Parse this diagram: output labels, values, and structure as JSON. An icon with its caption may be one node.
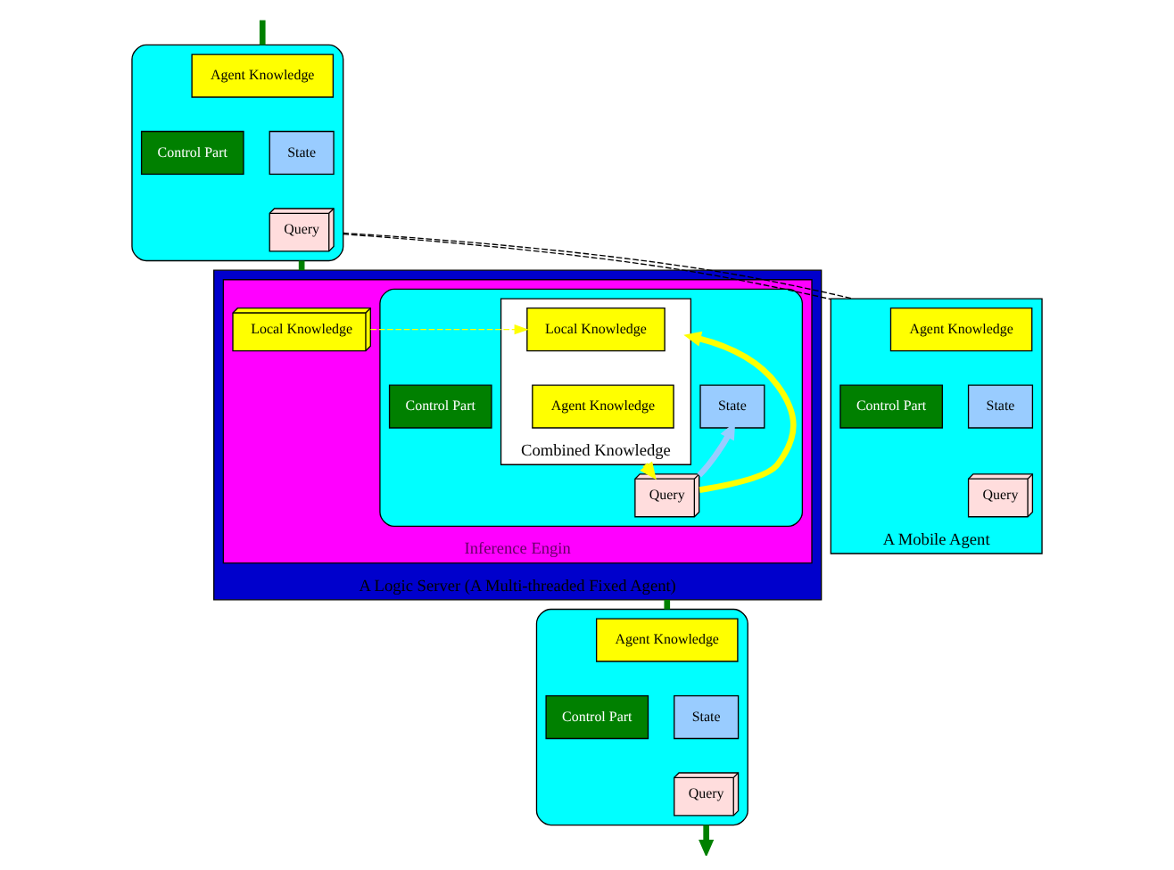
{
  "diagram": {
    "nodes": [
      {
        "text": [],
        "shape": "box"
      },
      {
        "text": [
          "Agent Knowledge"
        ],
        "in": 0
      },
      {
        "text": [
          "State"
        ],
        "in": 0
      },
      {
        "text": [
          "Query"
        ],
        "in": 0
      },
      {
        "text": [
          "Control Part"
        ],
        "in": 0
      },
      {
        "text": [
          "A Logic Server (A Multi-threaded Fixed Agent)"
        ]
      },
      {
        "text": [
          "Inference Engin"
        ],
        "in": 5
      },
      {
        "text": [
          "Local Knowledge"
        ],
        "in": 6
      },
      {
        "text": [],
        "shape": "box",
        "in": 6
      },
      {
        "text": [
          "Combined Knowledge"
        ],
        "in": 8
      },
      {
        "text": [
          "Local Knowledge"
        ],
        "in": 9
      },
      {
        "text": [
          "Agent Knowledge"
        ],
        "in": 9
      },
      {
        "text": [
          "State"
        ],
        "in": 8
      },
      {
        "text": [
          "Query"
        ],
        "in": 8
      },
      {
        "text": [
          "Control Part"
        ],
        "in": 8
      },
      {
        "text": [
          "A Mobile Agent"
        ]
      },
      {
        "text": [
          "Agent Knowledge"
        ],
        "in": 15
      },
      {
        "text": [
          "State"
        ],
        "in": 15
      },
      {
        "text": [
          "Query"
        ],
        "in": 15
      },
      {
        "text": [
          "Control Part"
        ],
        "in": 15
      },
      {
        "text": [],
        "shape": "box"
      },
      {
        "text": [
          "Agent Knowledge"
        ],
        "in": 20
      },
      {
        "text": [
          "State"
        ],
        "in": 20
      },
      {
        "text": [
          "Query"
        ],
        "in": 20
      },
      {
        "text": [
          "Control Part"
        ],
        "in": 20
      }
    ],
    "edges": [
      {
        "from": null,
        "to": 0,
        "arrow": "none",
        "color": "#008000"
      },
      {
        "from": 0,
        "to": 5,
        "arrow": "none",
        "color": "#008000"
      },
      {
        "from": 5,
        "to": 20,
        "arrow": "none",
        "color": "#008000"
      },
      {
        "from": 20,
        "to": null,
        "arrow": "to",
        "color": "#008000"
      },
      {
        "from": 0,
        "to": 15,
        "arrow": "none",
        "style": "dashed",
        "color": "#000000"
      },
      {
        "from": 0,
        "to": 15,
        "arrow": "none",
        "style": "dashed",
        "color": "#000000"
      },
      {
        "from": 7,
        "to": 10,
        "arrow": "to",
        "style": "dashed",
        "color": "#ffff00"
      },
      {
        "from": 9,
        "to": 13,
        "arrow": "to",
        "color": "#ffff00"
      },
      {
        "from": 13,
        "to": 9,
        "arrow": "to",
        "color": "#ffff00"
      },
      {
        "from": 13,
        "to": 12,
        "arrow": "to",
        "color": "#99ccff"
      }
    ]
  }
}
